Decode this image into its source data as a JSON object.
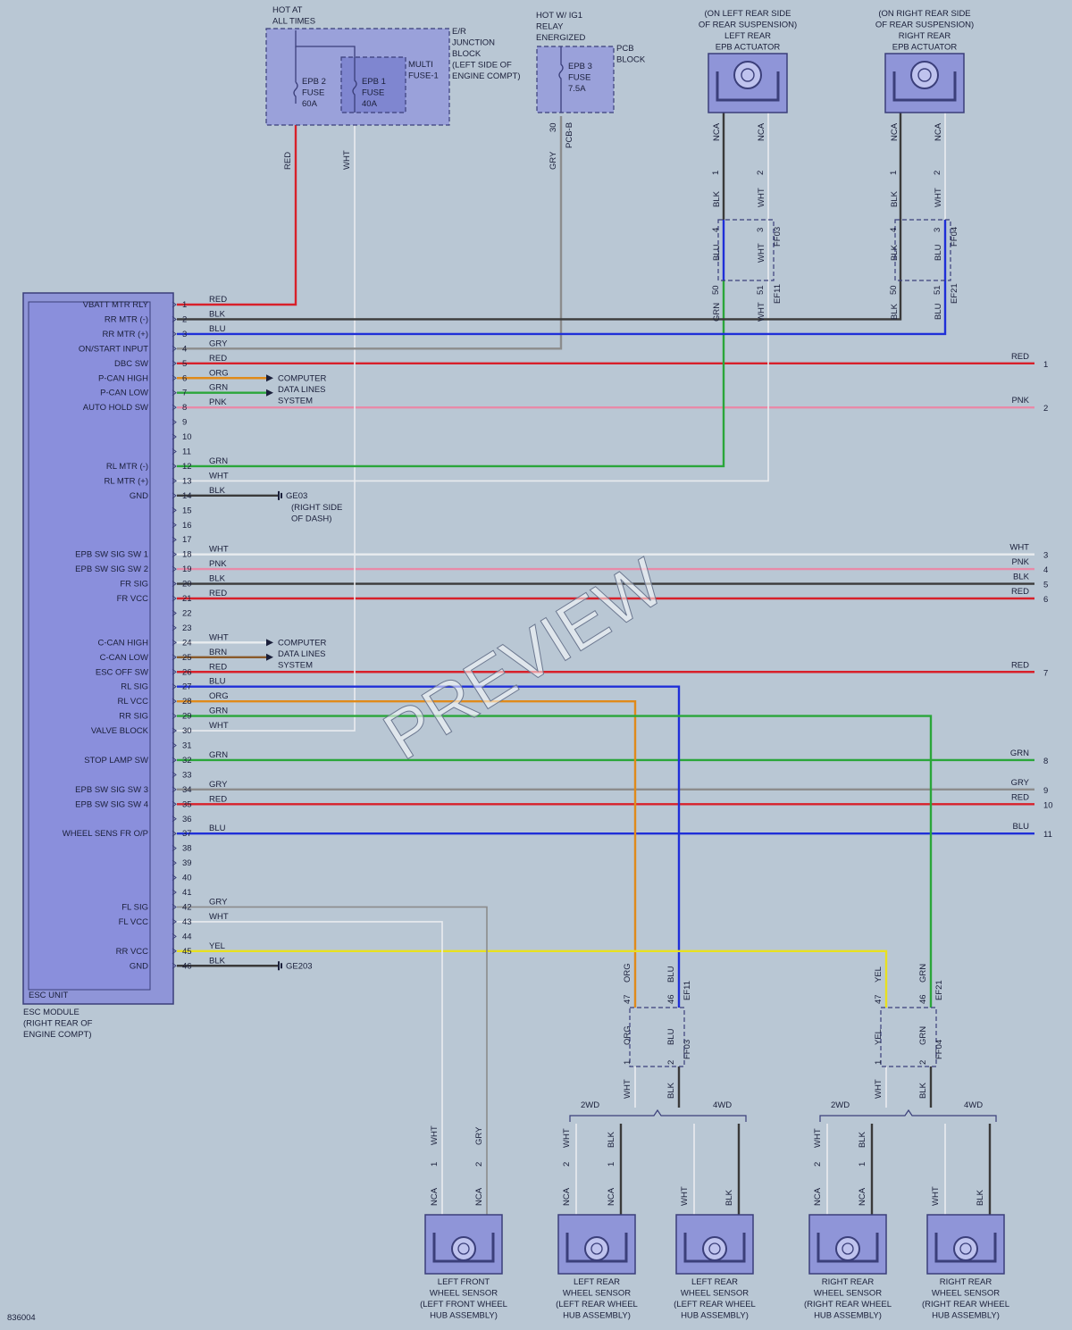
{
  "colors": {
    "RED": "#d8202a",
    "BLK": "#3a3a3a",
    "BLU": "#1f2fd8",
    "GRY": "#8c8c8c",
    "ORG": "#e08a1a",
    "GRN": "#2aa63a",
    "PNK": "#e88aa8",
    "WHT": "#e9ecef",
    "BRN": "#8a5a2a",
    "YEL": "#e8e020"
  },
  "header": {
    "hot_at_all_times": [
      "HOT AT",
      "ALL TIMES"
    ],
    "er_block": [
      "E/R",
      "JUNCTION",
      "BLOCK",
      "(LEFT SIDE OF",
      "ENGINE COMPT)"
    ],
    "multi_fuse": [
      "MULTI",
      "FUSE-1"
    ],
    "epb2_fuse": [
      "EPB 2",
      "FUSE",
      "60A"
    ],
    "epb1_fuse": [
      "EPB 1",
      "FUSE",
      "40A"
    ],
    "hot_ig1": [
      "HOT W/ IG1",
      "RELAY",
      "ENERGIZED"
    ],
    "pcb_block": [
      "PCB",
      "BLOCK"
    ],
    "epb3_fuse": [
      "EPB 3",
      "FUSE",
      "7.5A"
    ],
    "pcb_pin": "30",
    "pcb_conn": "PCB-B",
    "left_actuator": [
      "(ON LEFT REAR SIDE",
      "OF REAR SUSPENSION)",
      "LEFT REAR",
      "EPB ACTUATOR"
    ],
    "right_actuator": [
      "(ON RIGHT REAR SIDE",
      "OF REAR SUSPENSION)",
      "RIGHT REAR",
      "EPB ACTUATOR"
    ]
  },
  "module": {
    "unit_label": "ESC UNIT",
    "caption": [
      "ESC MODULE",
      "(RIGHT REAR OF",
      "ENGINE COMPT)"
    ]
  },
  "pins": [
    {
      "n": "1",
      "name": "VBATT MTR RLY",
      "color": "RED"
    },
    {
      "n": "2",
      "name": "RR MTR (-)",
      "color": "BLK"
    },
    {
      "n": "3",
      "name": "RR MTR (+)",
      "color": "BLU"
    },
    {
      "n": "4",
      "name": "ON/START INPUT",
      "color": "GRY"
    },
    {
      "n": "5",
      "name": "DBC SW",
      "color": "RED"
    },
    {
      "n": "6",
      "name": "P-CAN HIGH",
      "color": "ORG"
    },
    {
      "n": "7",
      "name": "P-CAN LOW",
      "color": "GRN"
    },
    {
      "n": "8",
      "name": "AUTO HOLD SW",
      "color": "PNK"
    },
    {
      "n": "9",
      "name": "",
      "color": ""
    },
    {
      "n": "10",
      "name": "",
      "color": ""
    },
    {
      "n": "11",
      "name": "",
      "color": ""
    },
    {
      "n": "12",
      "name": "RL MTR (-)",
      "color": "GRN"
    },
    {
      "n": "13",
      "name": "RL MTR (+)",
      "color": "WHT"
    },
    {
      "n": "14",
      "name": "GND",
      "color": "BLK"
    },
    {
      "n": "15",
      "name": "",
      "color": ""
    },
    {
      "n": "16",
      "name": "",
      "color": ""
    },
    {
      "n": "17",
      "name": "",
      "color": ""
    },
    {
      "n": "18",
      "name": "EPB SW SIG SW 1",
      "color": "WHT"
    },
    {
      "n": "19",
      "name": "EPB SW SIG SW 2",
      "color": "PNK"
    },
    {
      "n": "20",
      "name": "FR SIG",
      "color": "BLK"
    },
    {
      "n": "21",
      "name": "FR VCC",
      "color": "RED"
    },
    {
      "n": "22",
      "name": "",
      "color": ""
    },
    {
      "n": "23",
      "name": "",
      "color": ""
    },
    {
      "n": "24",
      "name": "C-CAN HIGH",
      "color": "WHT"
    },
    {
      "n": "25",
      "name": "C-CAN LOW",
      "color": "BRN"
    },
    {
      "n": "26",
      "name": "ESC OFF SW",
      "color": "RED"
    },
    {
      "n": "27",
      "name": "RL SIG",
      "color": "BLU"
    },
    {
      "n": "28",
      "name": "RL VCC",
      "color": "ORG"
    },
    {
      "n": "29",
      "name": "RR SIG",
      "color": "GRN"
    },
    {
      "n": "30",
      "name": "VALVE BLOCK",
      "color": "WHT"
    },
    {
      "n": "31",
      "name": "",
      "color": ""
    },
    {
      "n": "32",
      "name": "STOP LAMP SW",
      "color": "GRN"
    },
    {
      "n": "33",
      "name": "",
      "color": ""
    },
    {
      "n": "34",
      "name": "EPB SW SIG SW 3",
      "color": "GRY"
    },
    {
      "n": "35",
      "name": "EPB SW SIG SW 4",
      "color": "RED"
    },
    {
      "n": "36",
      "name": "",
      "color": ""
    },
    {
      "n": "37",
      "name": "WHEEL SENS FR O/P",
      "color": "BLU"
    },
    {
      "n": "38",
      "name": "",
      "color": ""
    },
    {
      "n": "39",
      "name": "",
      "color": ""
    },
    {
      "n": "40",
      "name": "",
      "color": ""
    },
    {
      "n": "41",
      "name": "",
      "color": ""
    },
    {
      "n": "42",
      "name": "FL SIG",
      "color": "GRY"
    },
    {
      "n": "43",
      "name": "FL VCC",
      "color": "WHT"
    },
    {
      "n": "44",
      "name": "",
      "color": ""
    },
    {
      "n": "45",
      "name": "RR VCC",
      "color": "YEL"
    },
    {
      "n": "46",
      "name": "GND",
      "color": "BLK"
    }
  ],
  "offpage": [
    {
      "pin": "5",
      "color": "RED",
      "ref": "1"
    },
    {
      "pin": "8",
      "color": "PNK",
      "ref": "2"
    },
    {
      "pin": "18",
      "color": "WHT",
      "ref": "3"
    },
    {
      "pin": "19",
      "color": "PNK",
      "ref": "4"
    },
    {
      "pin": "20",
      "color": "BLK",
      "ref": "5"
    },
    {
      "pin": "21",
      "color": "RED",
      "ref": "6"
    },
    {
      "pin": "26",
      "color": "RED",
      "ref": "7"
    },
    {
      "pin": "32",
      "color": "GRN",
      "ref": "8"
    },
    {
      "pin": "34",
      "color": "GRY",
      "ref": "9"
    },
    {
      "pin": "35",
      "color": "RED",
      "ref": "10"
    },
    {
      "pin": "37",
      "color": "BLU",
      "ref": "11"
    }
  ],
  "data_lines": [
    "COMPUTER",
    "DATA LINES",
    "SYSTEM"
  ],
  "grounds": {
    "ge03": "GE03",
    "ge03_note": [
      "(RIGHT SIDE",
      "OF DASH)"
    ],
    "ge203": "GE203"
  },
  "connectors": {
    "nca": "NCA",
    "ff03": "FF03",
    "ff04": "FF04",
    "ef11": "EF11",
    "ef21": "EF21",
    "pin1": "1",
    "pin2": "2",
    "pin3": "3",
    "pin4": "4",
    "pin46": "46",
    "pin47": "47",
    "pin50": "50",
    "pin51": "51"
  },
  "drive": {
    "twowd": "2WD",
    "fourwd": "4WD"
  },
  "sensors": {
    "lf": [
      "LEFT FRONT",
      "WHEEL SENSOR",
      "(LEFT FRONT WHEEL",
      "HUB ASSEMBLY)"
    ],
    "lr": [
      "LEFT REAR",
      "WHEEL SENSOR",
      "(LEFT REAR WHEEL",
      "HUB ASSEMBLY)"
    ],
    "rr": [
      "RIGHT REAR",
      "WHEEL SENSOR",
      "(RIGHT REAR WHEEL",
      "HUB ASSEMBLY)"
    ]
  },
  "watermark": "PREVIEW",
  "diagram_id": "836004"
}
